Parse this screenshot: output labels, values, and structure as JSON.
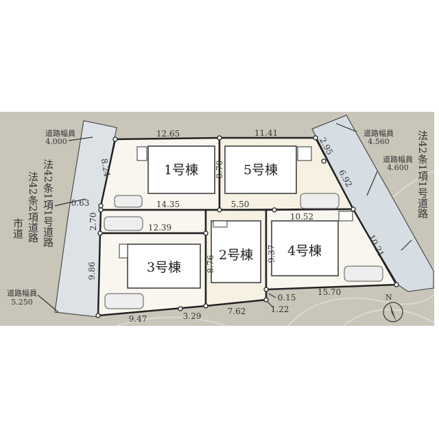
{
  "buildings": [
    {
      "label": "1号棟"
    },
    {
      "label": "5号棟"
    },
    {
      "label": "3号棟"
    },
    {
      "label": "2号棟"
    },
    {
      "label": "4号棟"
    }
  ],
  "roads": {
    "width_label": "道路幅員",
    "nw_width": "4.000",
    "ne_width": "4.560",
    "e_width": "4.600",
    "sw_width": "5.250",
    "east_road": "法42条1項1号道路",
    "west_road_1": "法42条1項1号道路",
    "west_road_2": "法42条2項道路",
    "west_city": "市道"
  },
  "dimensions": {
    "top_1": "12.65",
    "top_5": "11.41",
    "w_824": "8.24",
    "ne_295": "2.95",
    "ne_692": "6.92",
    "e_1021": "10.21",
    "w_063": "0.63",
    "w_270": "2.70",
    "w_986": "9.86",
    "mid_1435": "14.35",
    "mid_550": "5.50",
    "mid_1052": "10.52",
    "mid_1239": "12.39",
    "v_870": "8.70",
    "v_876": "8.76",
    "v_937": "9.37",
    "s_947": "9.47",
    "s_329": "3.29",
    "s_762": "7.62",
    "s_015": "0.15",
    "s_122": "1.22",
    "s_1570": "15.70"
  },
  "compass": {
    "label": "N"
  }
}
